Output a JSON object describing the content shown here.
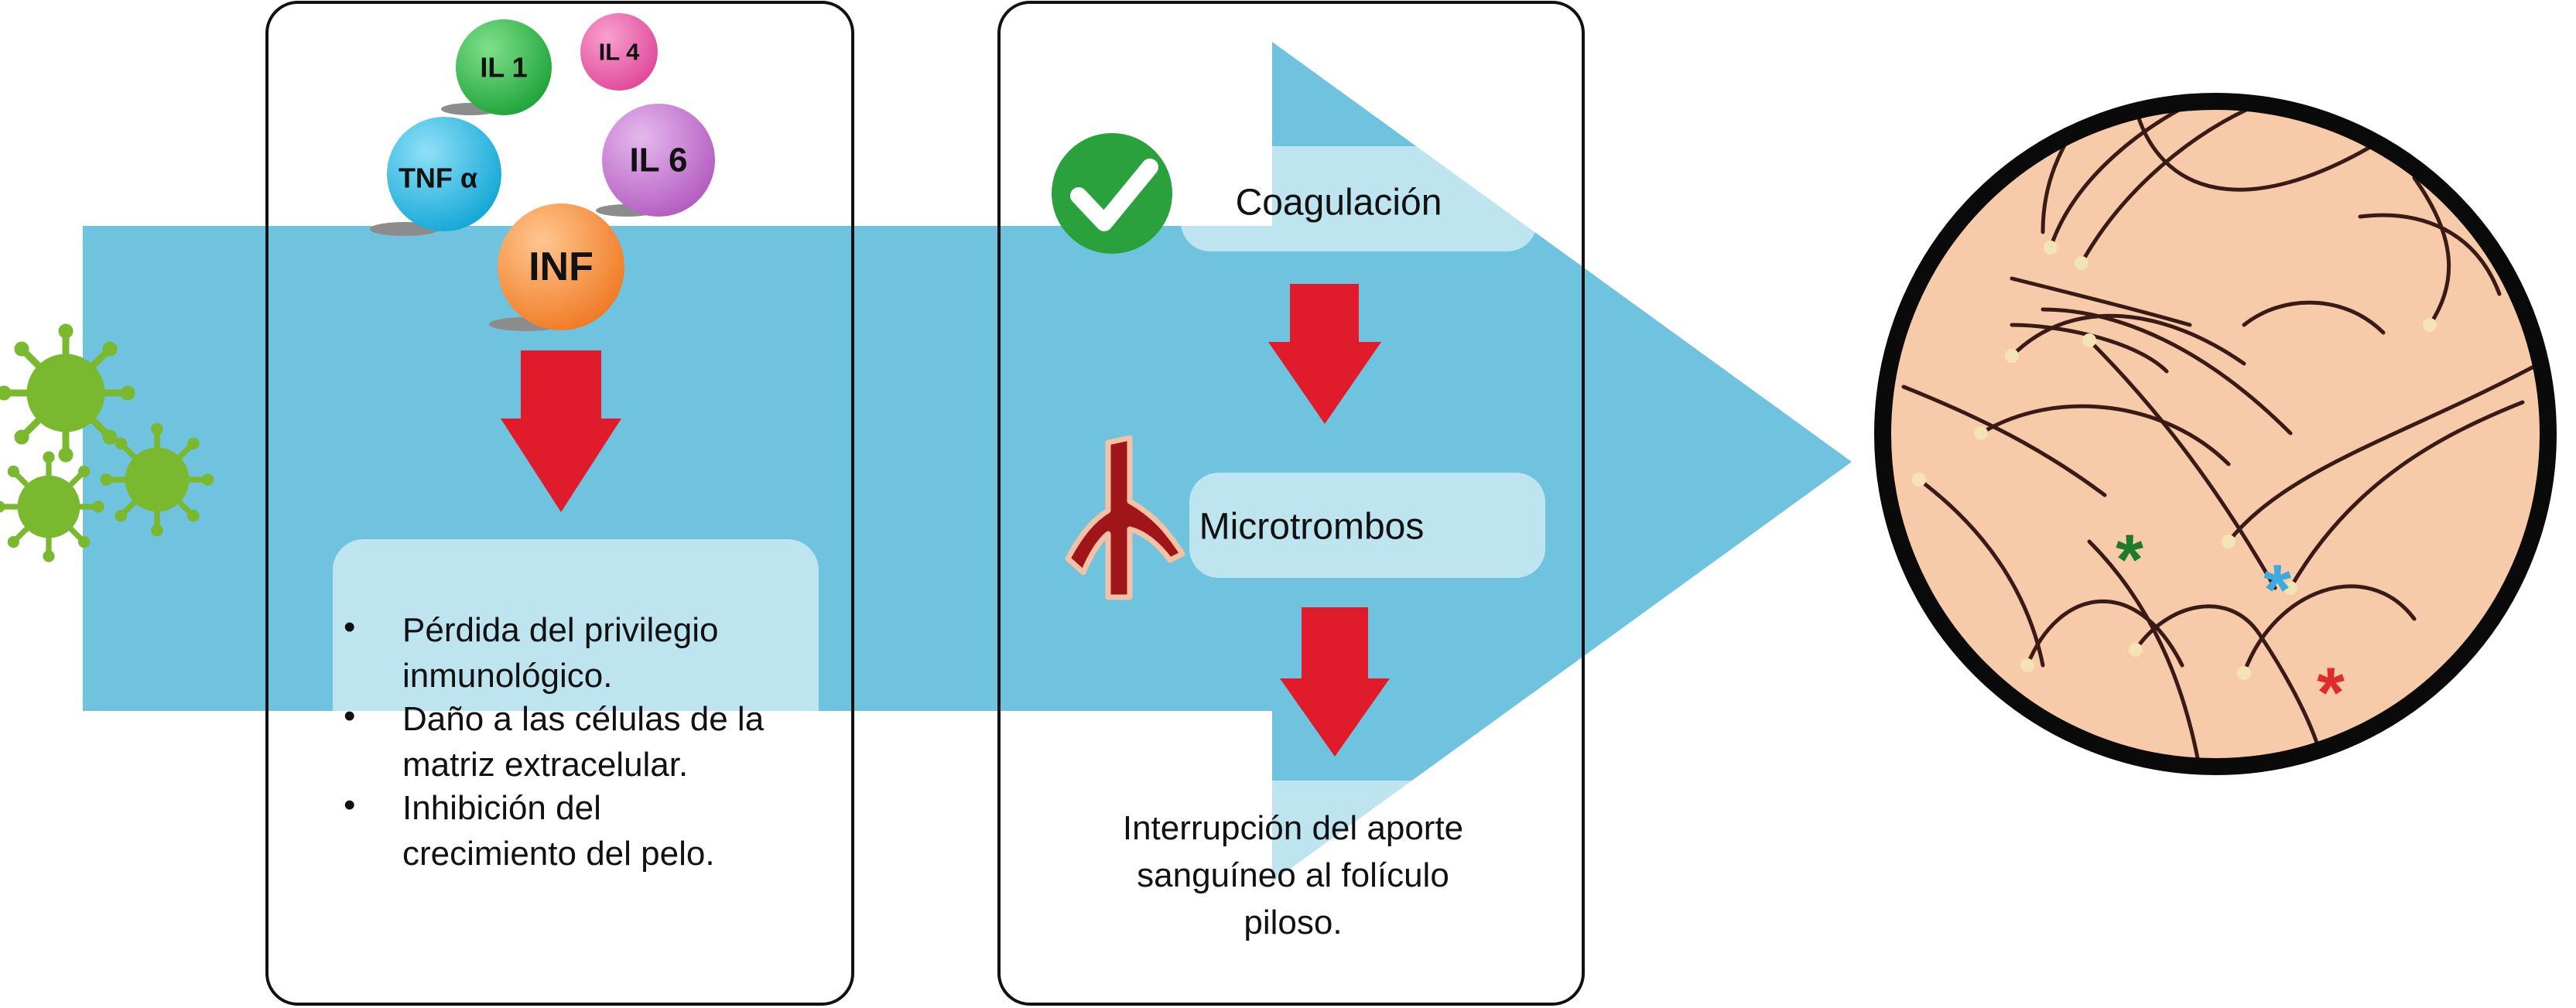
{
  "cytokines": [
    {
      "id": "il1",
      "label": "IL 1",
      "color": "#1fa33a"
    },
    {
      "id": "il4",
      "label": "IL 4",
      "color": "#e0489a"
    },
    {
      "id": "tnf",
      "label": "TNF α",
      "color": "#13a7d6"
    },
    {
      "id": "il6",
      "label": "IL 6",
      "color": "#b35cc0"
    },
    {
      "id": "inf",
      "label": "INF",
      "color": "#f07a24"
    }
  ],
  "panel1": {
    "bullets": [
      {
        "lines": [
          "Pérdida del privilegio",
          "inmunológico."
        ]
      },
      {
        "lines": [
          "Daño a las células de la",
          "matriz extracelular."
        ]
      },
      {
        "lines": [
          "Inhibición del",
          "crecimiento del pelo."
        ]
      }
    ]
  },
  "panel2": {
    "step1": "Coagulación",
    "step2": "Microtrombos",
    "step3_lines": [
      "Interrupción del aporte",
      "sanguíneo al folículo",
      "piloso."
    ]
  },
  "scalp": {
    "markers": [
      {
        "symbol": "*",
        "color": "#1f7a2e"
      },
      {
        "symbol": "*",
        "color": "#3fa9e0"
      },
      {
        "symbol": "*",
        "color": "#e02b2b"
      }
    ]
  },
  "colors": {
    "flow_arrow": "#6fc3de",
    "red_arrow": "#e01b2c",
    "virus": "#7ab82f",
    "check": "#2aa13c",
    "scalp_skin": "#f7cba9"
  },
  "icons": [
    "virus-icon",
    "check-icon",
    "blood-vessel-icon"
  ]
}
